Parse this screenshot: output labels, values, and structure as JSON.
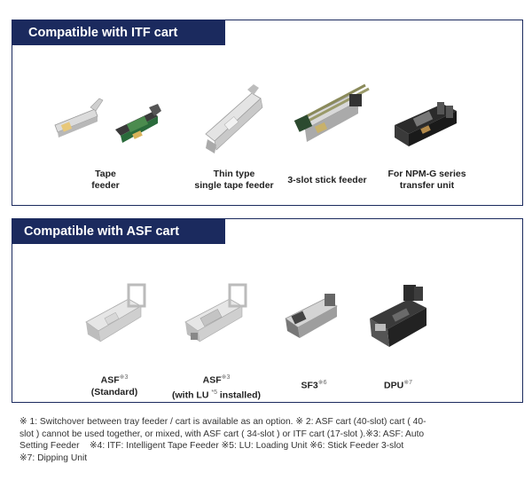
{
  "sections": [
    {
      "title": "Compatible with ITF cart",
      "items": [
        {
          "line1": "Tape",
          "line2": "feeder",
          "icon": "tape-feeder-image"
        },
        {
          "line1": "Thin type",
          "line2": "single tape feeder",
          "icon": "thin-tape-feeder-image"
        },
        {
          "line1": "3-slot stick feeder",
          "line2": "",
          "icon": "stick-feeder-image"
        },
        {
          "line1": "For NPM-G series",
          "line2": "transfer unit",
          "icon": "transfer-unit-image"
        }
      ]
    },
    {
      "title": "Compatible with ASF cart",
      "items": [
        {
          "line1": "ASF",
          "sup1": "※3",
          "line2": "(Standard)",
          "icon": "asf-standard-image"
        },
        {
          "line1": "ASF",
          "sup1": "※3",
          "line2": "(with LU ",
          "sup2": "*5",
          "line2b": " installed)",
          "icon": "asf-lu-image"
        },
        {
          "line1": "SF3",
          "sup1": "※6",
          "line2": "",
          "icon": "sf3-image"
        },
        {
          "line1": "DPU",
          "sup1": "※7",
          "line2": "",
          "icon": "dpu-image"
        }
      ]
    }
  ],
  "footnote": {
    "lines": [
      "※ 1: Switchover between tray feeder / cart is available as an option. ※ 2: ASF cart (40-slot) cart ( 40-",
      "slot ) cannot be used together, or mixed, with ASF cart ( 34-slot ) or ITF cart (17-slot ).※3: ASF: Auto",
      "Setting Feeder    ※4: ITF: Intelligent Tape Feeder ※5: LU: Loading Unit ※6: Stick Feeder 3-slot",
      "※7: Dipping Unit"
    ]
  }
}
